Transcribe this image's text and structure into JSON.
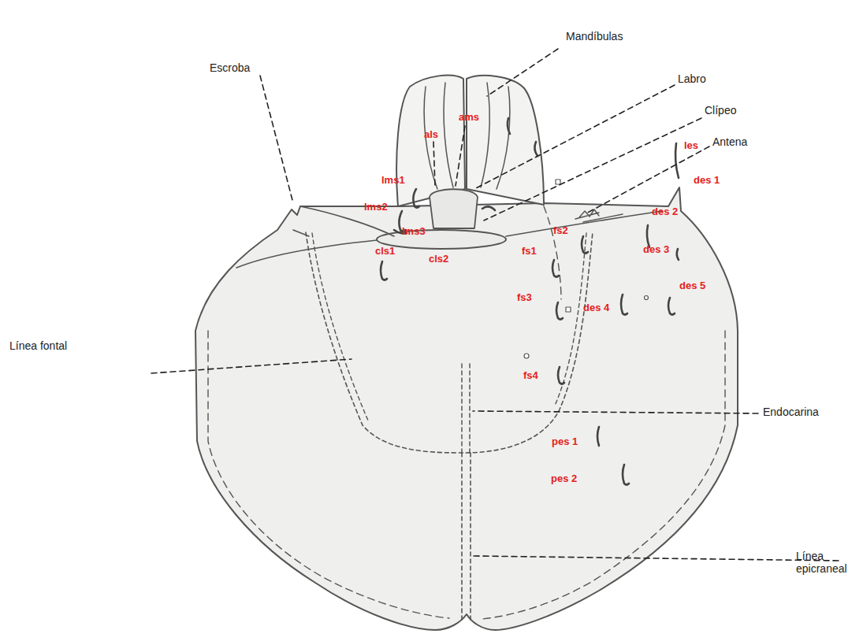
{
  "diagram": {
    "labels": [
      "Mandíbulas",
      "Escroba",
      "Labro",
      "als",
      "ams",
      "lms1",
      "Clípeo",
      "lms2",
      "Antena",
      "les",
      "lms3",
      "des 1",
      "des 2",
      "cls1",
      "cls2",
      "fs2",
      "fs1",
      "des 3",
      "des 5",
      "fs3",
      "des 4",
      "Línea fontal",
      "Endocarina",
      "fs4",
      "pes 1",
      "pes 2",
      "Línea epicraneal"
    ]
  }
}
